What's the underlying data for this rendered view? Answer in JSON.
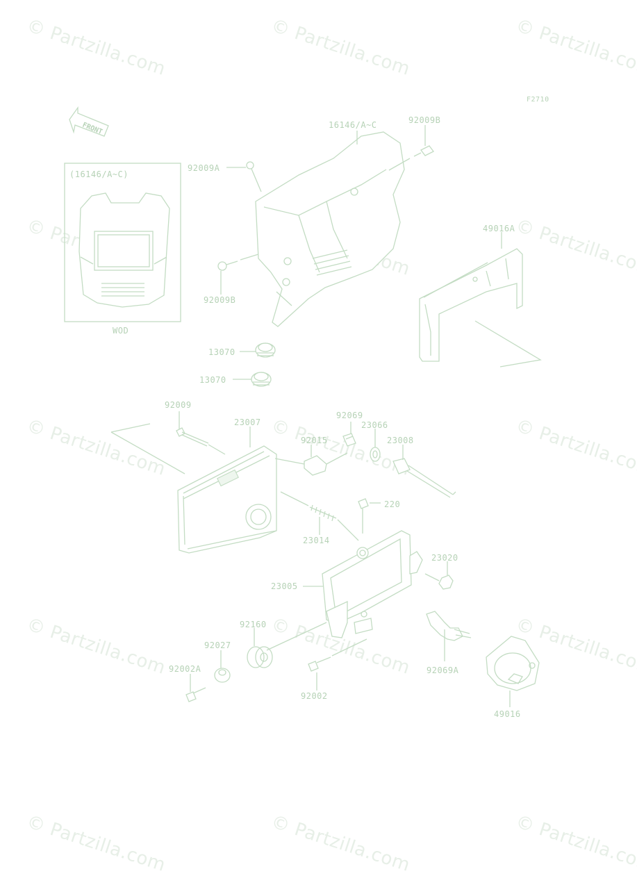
{
  "diagram": {
    "code": "F2710",
    "front_label": "FRONT",
    "inset": {
      "title": "(16146/A~C)",
      "caption": "WOD"
    },
    "callouts": [
      {
        "id": "c-16146",
        "text": "16146/A~C"
      },
      {
        "id": "c-92009b-top",
        "text": "92009B"
      },
      {
        "id": "c-92009a",
        "text": "92009A"
      },
      {
        "id": "c-92009b-left",
        "text": "92009B"
      },
      {
        "id": "c-49016a",
        "text": "49016A"
      },
      {
        "id": "c-13070-a",
        "text": "13070"
      },
      {
        "id": "c-13070-b",
        "text": "13070"
      },
      {
        "id": "c-92009",
        "text": "92009"
      },
      {
        "id": "c-23007",
        "text": "23007"
      },
      {
        "id": "c-92069",
        "text": "92069"
      },
      {
        "id": "c-92015",
        "text": "92015"
      },
      {
        "id": "c-23066",
        "text": "23066"
      },
      {
        "id": "c-23008",
        "text": "23008"
      },
      {
        "id": "c-220",
        "text": "220"
      },
      {
        "id": "c-23014",
        "text": "23014"
      },
      {
        "id": "c-23020",
        "text": "23020"
      },
      {
        "id": "c-23005",
        "text": "23005"
      },
      {
        "id": "c-92160",
        "text": "92160"
      },
      {
        "id": "c-92027",
        "text": "92027"
      },
      {
        "id": "c-92002a",
        "text": "92002A"
      },
      {
        "id": "c-92002",
        "text": "92002"
      },
      {
        "id": "c-92069a",
        "text": "92069A"
      },
      {
        "id": "c-49016",
        "text": "49016"
      }
    ]
  },
  "watermark": {
    "text": "© Partzilla.com"
  }
}
